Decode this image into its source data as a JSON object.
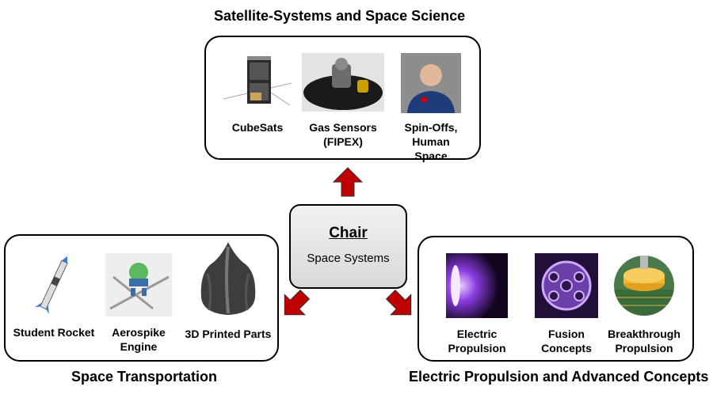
{
  "groups": {
    "top": {
      "title": "Satellite-Systems and Space Science",
      "items": [
        {
          "label": "CubeSats"
        },
        {
          "label": "Gas Sensors\n(FIPEX)"
        },
        {
          "label": "Spin-Offs,\nHuman Space"
        }
      ]
    },
    "left": {
      "title": "Space Transportation",
      "items": [
        {
          "label": "Student Rocket"
        },
        {
          "label": "Aerospike\nEngine"
        },
        {
          "label": "3D Printed Parts"
        }
      ]
    },
    "right": {
      "title": "Electric Propulsion and Advanced Concepts",
      "items": [
        {
          "label": "Electric Propulsion"
        },
        {
          "label": "Fusion\nConcepts"
        },
        {
          "label": "Breakthrough\nPropulsion"
        }
      ]
    }
  },
  "center": {
    "title": "Chair",
    "subtitle": "Space Systems"
  },
  "colors": {
    "arrow_fill": "#c00000",
    "box_border": "#000000"
  }
}
